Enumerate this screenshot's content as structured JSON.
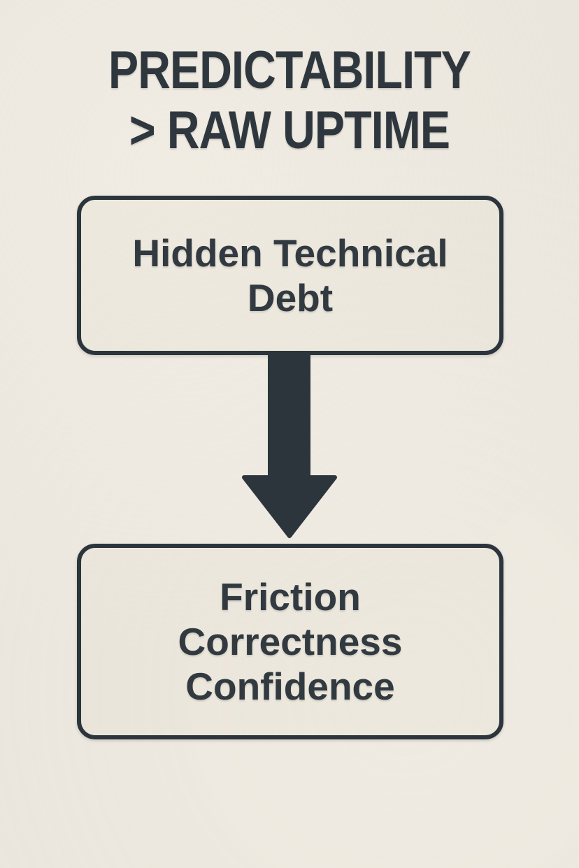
{
  "page": {
    "kind": "flow-diagram-poster",
    "colors": {
      "background": "#f4f0e7",
      "node_fill": "#f2ede2",
      "ink": "#2d363d",
      "text": "#333b42"
    }
  },
  "title": {
    "line1": "PREDICTABILITY",
    "line2": "> RAW UPTIME",
    "full": "PREDICTABILITY > RAW UPTIME"
  },
  "diagram": {
    "nodes": [
      {
        "id": "hidden-technical-debt",
        "label": "Hidden Technical Debt",
        "lines": [
          "Hidden Technical",
          "Debt"
        ]
      },
      {
        "id": "friction-correctness-confidence",
        "label": "Friction Correctness Confidence",
        "lines": [
          "Friction",
          "Correctness",
          "Confidence"
        ]
      }
    ],
    "connector": {
      "icon": "arrow-down",
      "direction": "down"
    }
  }
}
